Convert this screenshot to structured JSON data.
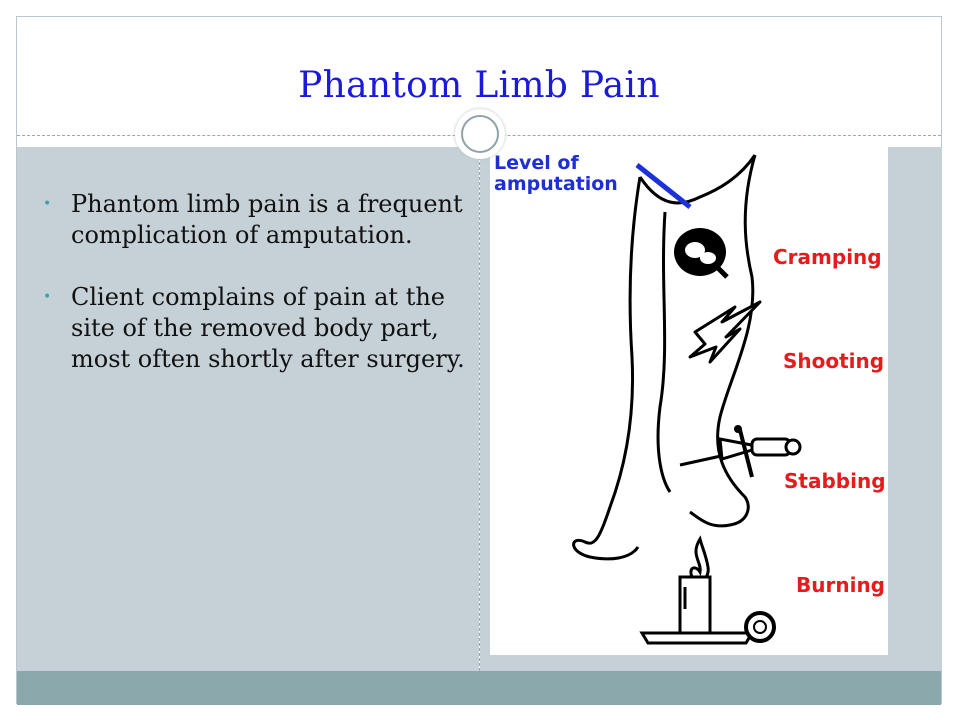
{
  "slide": {
    "title": "Phantom Limb Pain",
    "bullets": [
      "Phantom limb pain is a frequent complication of amputation.",
      "Client complains of pain at the site of the removed body part, most often shortly after surgery."
    ]
  },
  "figure": {
    "amputation_label": "Level of amputation",
    "pain_labels": [
      "Cramping",
      "Shooting",
      "Stabbing",
      "Burning"
    ],
    "colors": {
      "label_red": "#e61c1c",
      "label_blue": "#1f2fd6",
      "line_blue": "#1c31d8"
    }
  },
  "theme": {
    "title_color": "#1a1ad8",
    "panel_color": "#c5d1d6",
    "bar_color": "#8ba8ad",
    "bullet_color": "#3aa0b4"
  }
}
